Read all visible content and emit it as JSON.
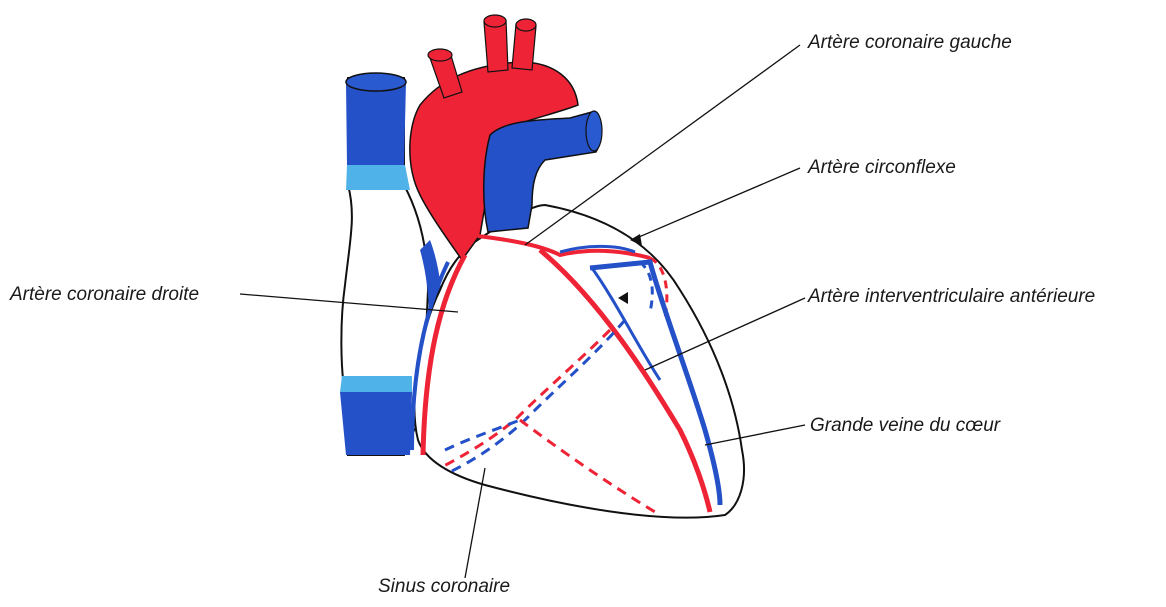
{
  "labels": {
    "left_coronary_artery": "Artère coronaire gauche",
    "circumflex_artery": "Artère circonflexe",
    "right_coronary_artery": "Artère coronaire droite",
    "anterior_interventricular_artery": "Artère interventriculaire antérieure",
    "great_cardiac_vein": "Grande veine du cœur",
    "coronary_sinus": "Sinus coronaire"
  },
  "colors": {
    "artery_red": "#ee2436",
    "vein_blue": "#2450c8",
    "light_blue": "#4fb3ea",
    "outline": "#111111"
  }
}
